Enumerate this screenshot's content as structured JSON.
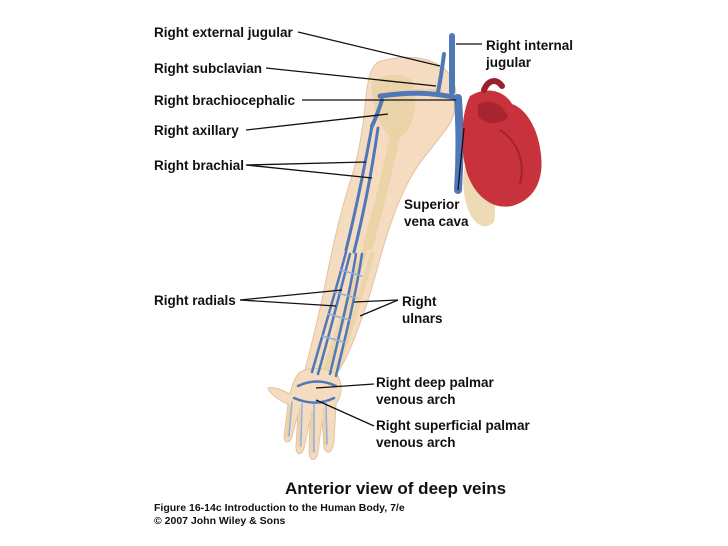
{
  "labels": {
    "external_jugular": "Right external jugular",
    "subclavian": "Right subclavian",
    "brachiocephalic": "Right brachiocephalic",
    "axillary": "Right axillary",
    "brachial": "Right brachial",
    "radials": "Right radials",
    "internal_jugular": [
      "Right internal",
      "jugular"
    ],
    "superior_vena_cava": [
      "Superior",
      "vena cava"
    ],
    "ulnars": [
      "Right",
      "ulnars"
    ],
    "deep_palmar_arch": [
      "Right deep palmar",
      "venous arch"
    ],
    "superficial_palmar_arch": [
      "Right superficial palmar",
      "venous arch"
    ]
  },
  "caption": "Anterior view of deep veins",
  "figure_ref": "Figure 16-14c  Introduction to the Human Body, 7/e",
  "copyright": "© 2007 John Wiley & Sons",
  "colors": {
    "skin": "#f5dcc0",
    "bone": "#ead2a4",
    "vein": "#4f78b8",
    "vein_light": "#8fb0dd",
    "heart": "#c8323c",
    "heart_dark": "#9a1f2a",
    "leader": "#111111"
  }
}
